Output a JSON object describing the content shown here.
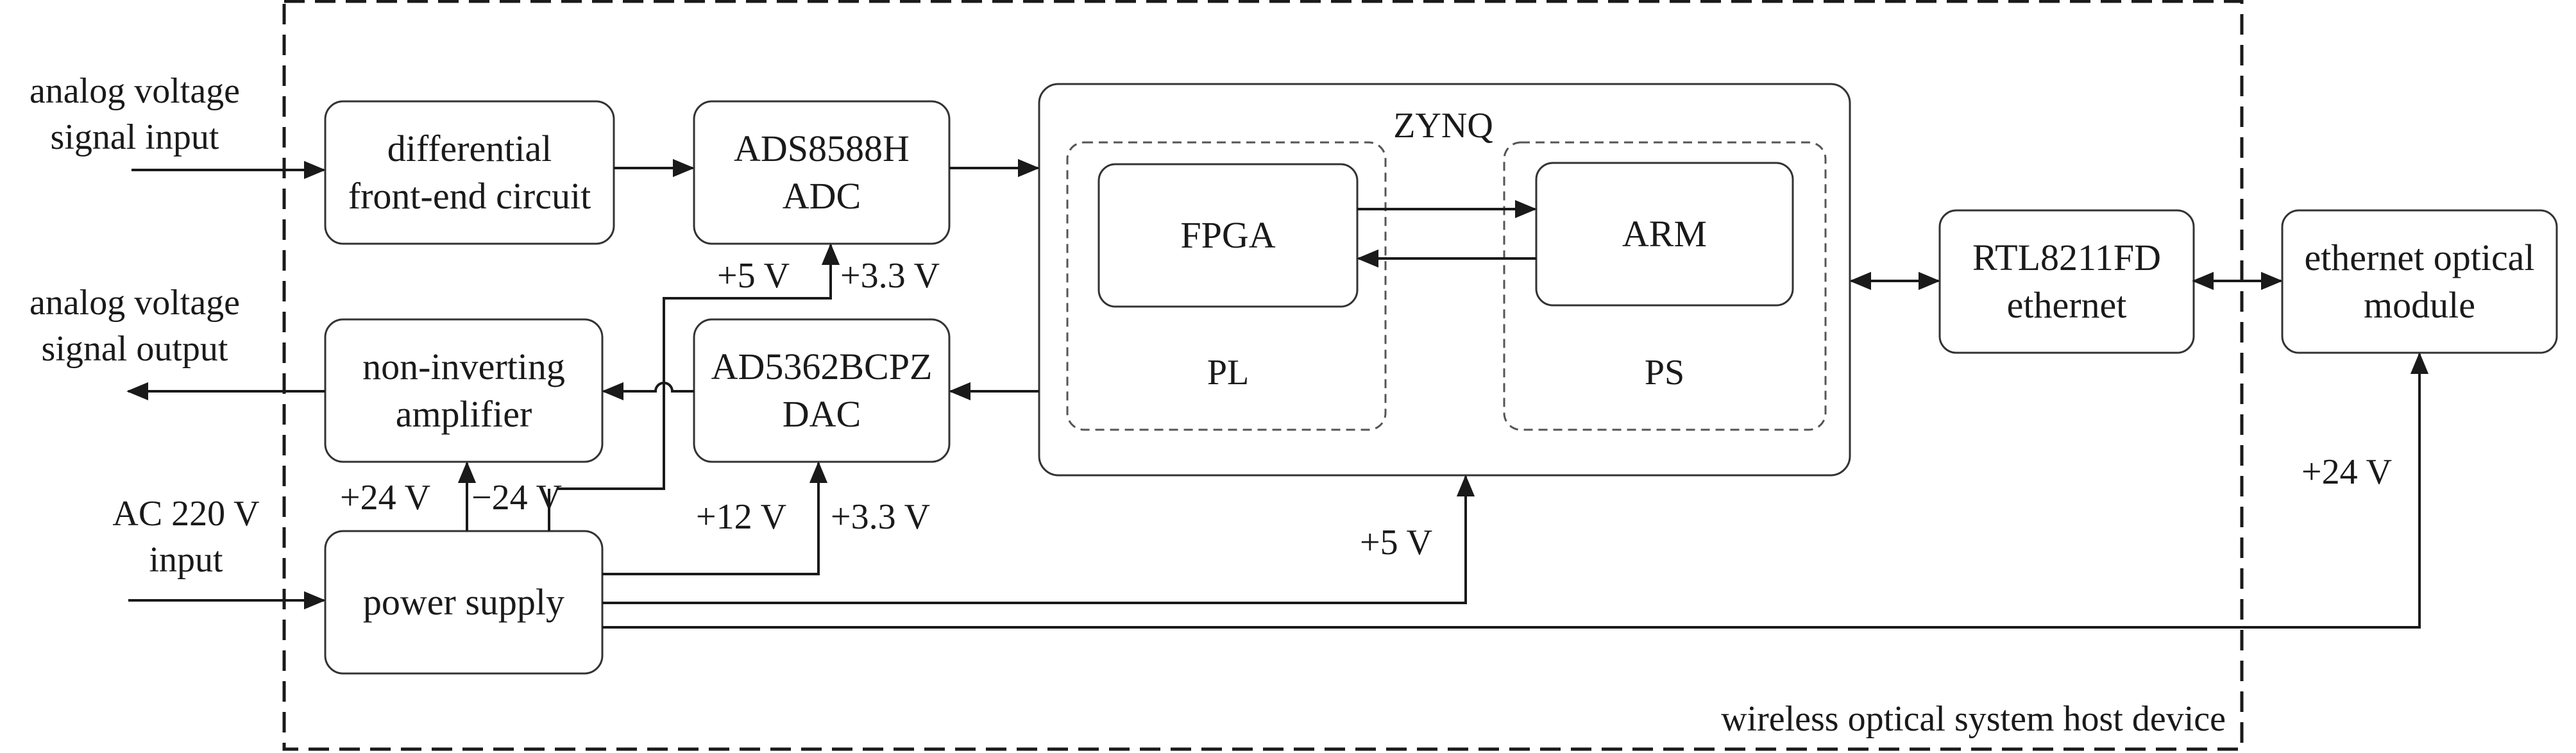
{
  "diagram": {
    "host_device_label": "wireless optical system host device",
    "zynq": {
      "title": "ZYNQ",
      "pl_label": "PL",
      "ps_label": "PS"
    },
    "blocks": {
      "diff_frontend": [
        "differential",
        "front-end circuit"
      ],
      "adc": [
        "ADS8588H",
        "ADC"
      ],
      "fpga": [
        "FPGA"
      ],
      "arm": [
        "ARM"
      ],
      "ethernet_phy": [
        "RTL8211FD",
        "ethernet"
      ],
      "optical_module": [
        "ethernet optical",
        "module"
      ],
      "amplifier": [
        "non-inverting",
        "amplifier"
      ],
      "dac": [
        "AD5362BCPZ",
        "DAC"
      ],
      "power_supply": [
        "power supply"
      ]
    },
    "external": {
      "analog_in": [
        "analog voltage",
        "signal input"
      ],
      "analog_out": [
        "analog voltage",
        "signal output"
      ],
      "ac_input": [
        "AC 220 V",
        "input"
      ]
    },
    "voltages": {
      "adc_5v": "+5 V",
      "adc_3v3": "+3.3 V",
      "amp_pos24": "+24 V",
      "amp_neg24": "−24 V",
      "dac_12v": "+12 V",
      "dac_3v3": "+3.3 V",
      "zynq_5v": "+5 V",
      "optical_24v": "+24 V"
    }
  }
}
